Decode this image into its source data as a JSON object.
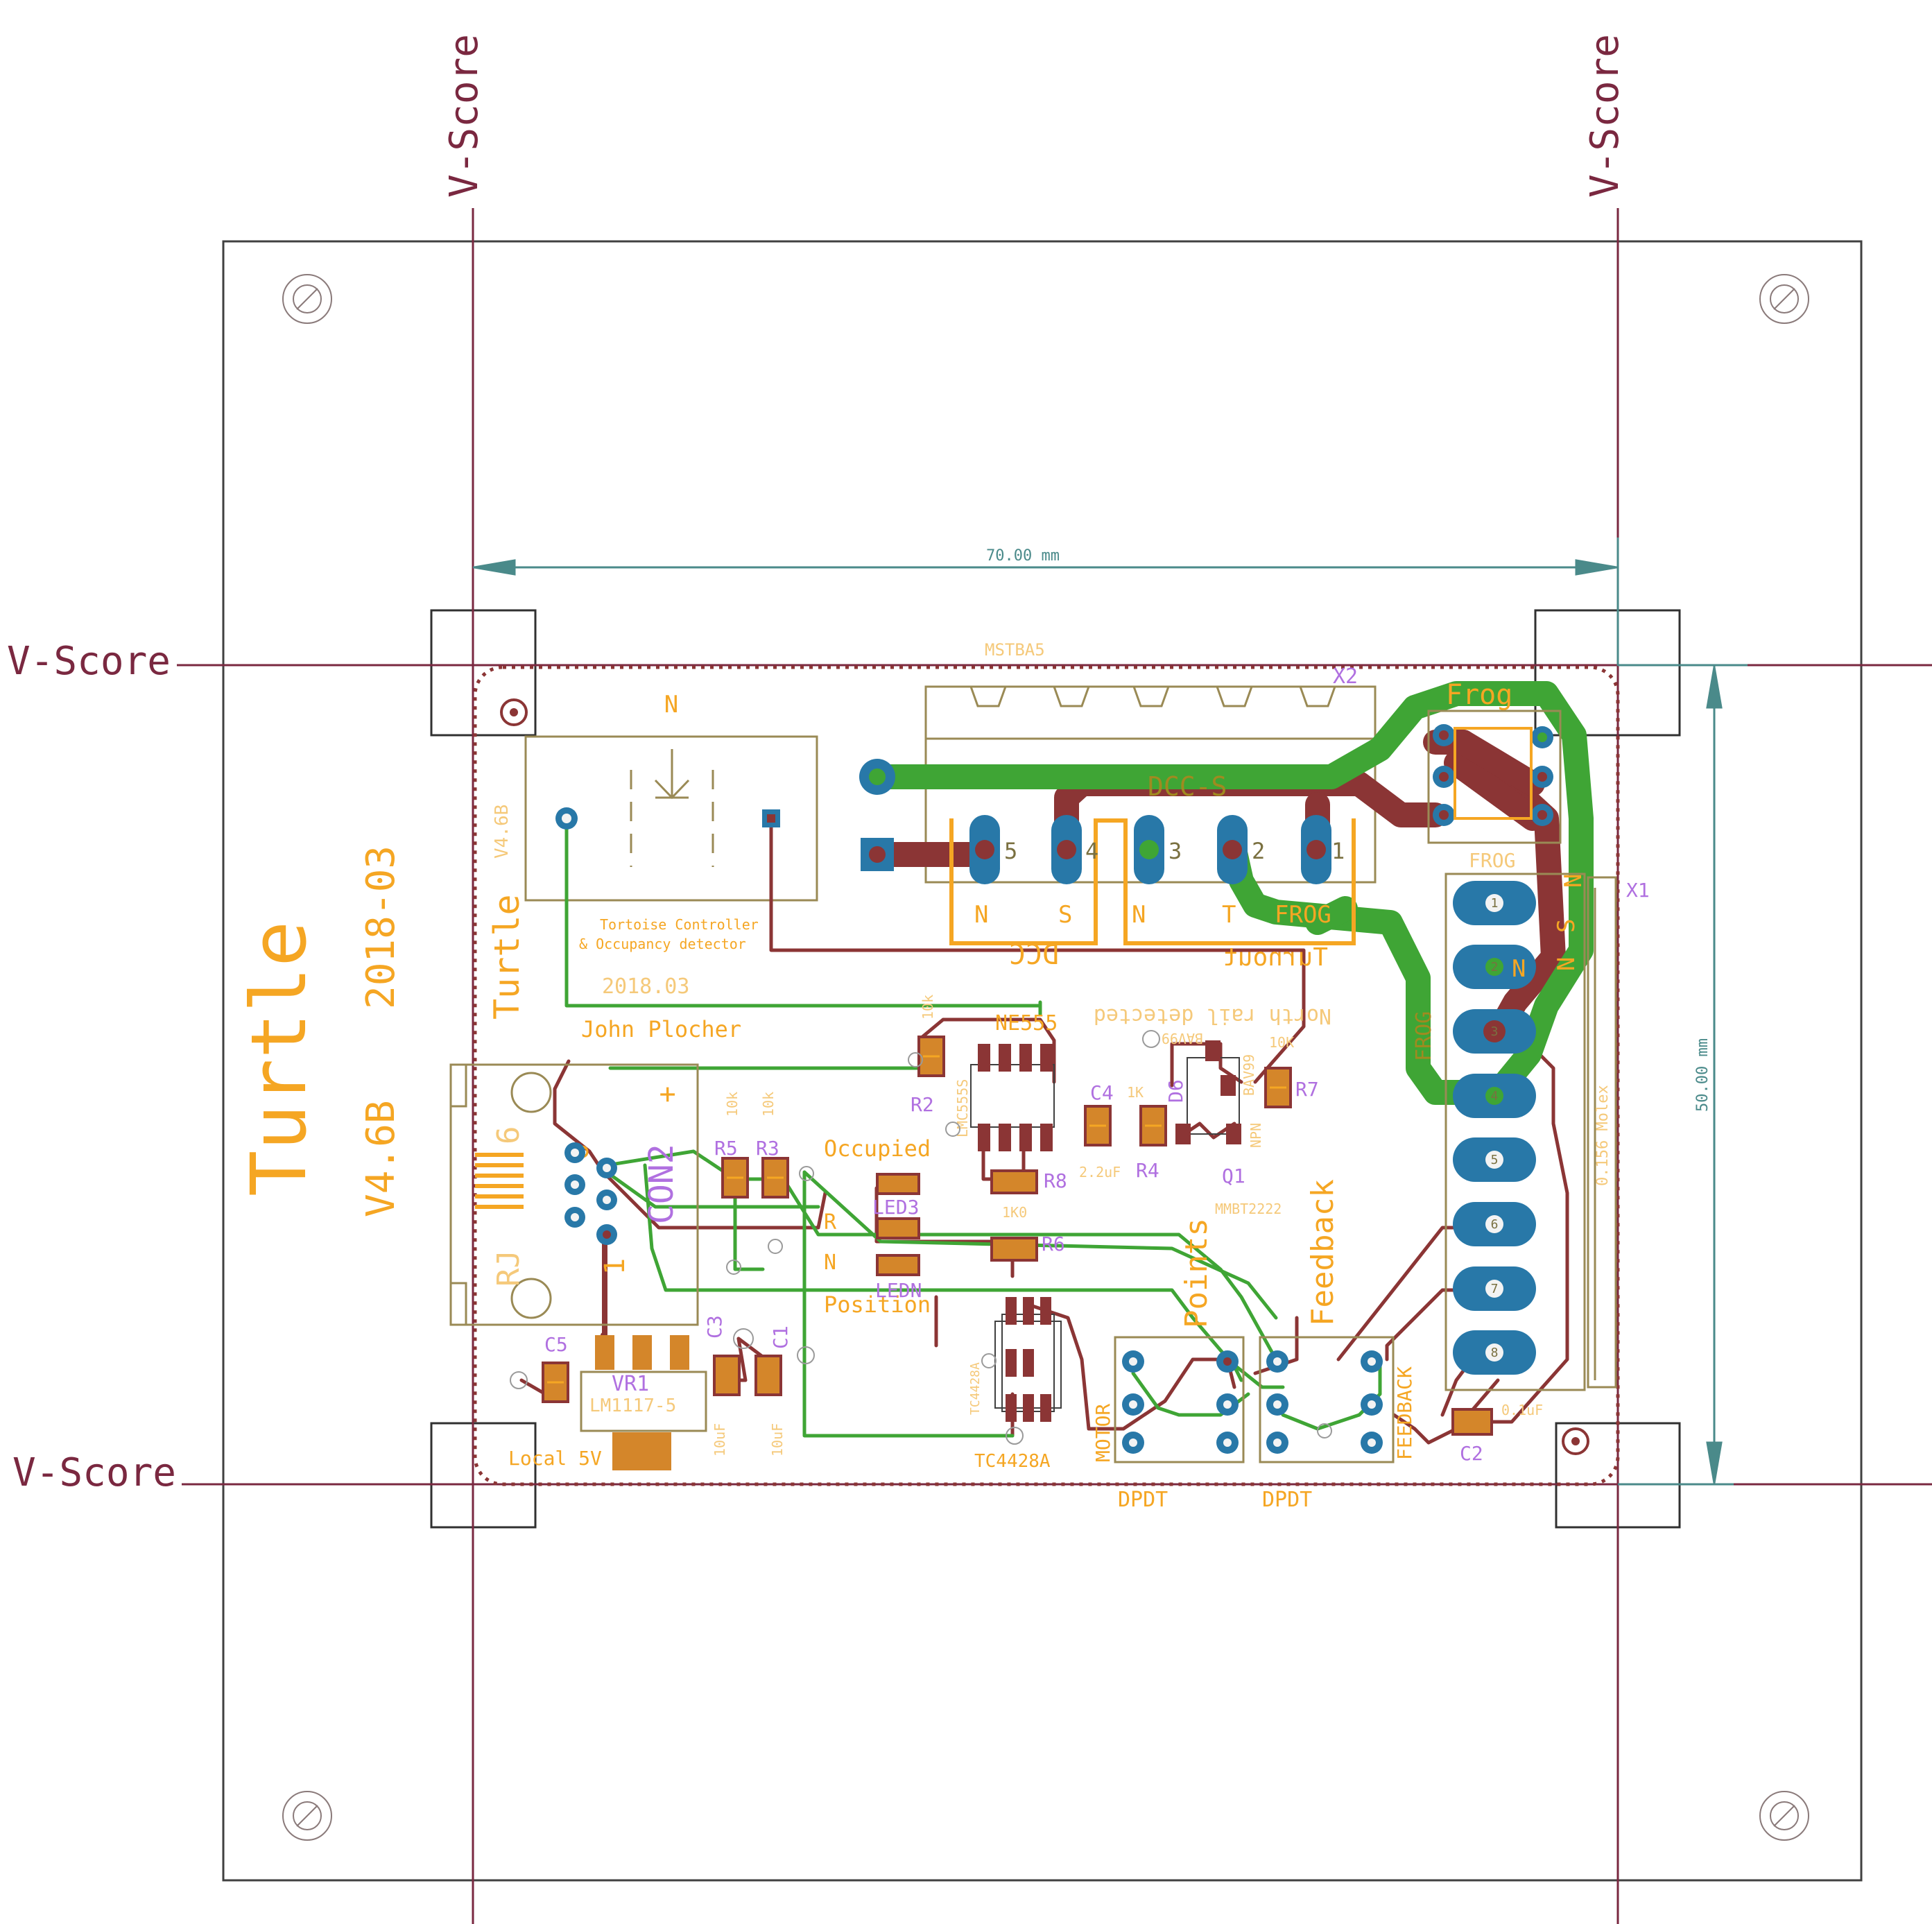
{
  "colors": {
    "background": "#ffffff",
    "outline": "#404040",
    "vscore": "#7a2840",
    "silk": "#f5a623",
    "silk_faint": "#f5c97a",
    "doc": "#9a8a55",
    "dimension": "#4a8a8a",
    "trace_top": "#8b3535",
    "trace_bottom": "#3fa535",
    "pad": "#2878a8",
    "smd": "#d4862a",
    "name": "#b070e0"
  },
  "vscore": {
    "top_left": "V-Score",
    "top_right": "V-Score",
    "left_upper": "V-Score",
    "left_lower": "V-Score"
  },
  "dimensions": {
    "width": "70.00 mm",
    "height": "50.00 mm"
  },
  "silkscreen": {
    "title": "Turtle",
    "date": "2018-03",
    "version": "V4.6B",
    "vertical_name": "Turtle",
    "vertical_version": "V4.6B",
    "tagline_1": "Tortoise Controller",
    "tagline_2": "& Occupancy detector",
    "date2": "2018.03",
    "author": "John Plocher",
    "north_label": "N",
    "dcc": "DCC",
    "turnout": "Turnout",
    "north_rail": "North rail detected",
    "occupied": "Occupied",
    "position": "Position",
    "r_label": "R",
    "n_label": "N",
    "points": "Points",
    "feedback": "Feedback",
    "local5v": "Local 5V",
    "dcc_s": "DCC-S",
    "frog": "FROG",
    "frog_big": "Frog",
    "frog_diag": "FROG",
    "frog_top": "FROG",
    "feedback_small": "FEEDBACK",
    "motor": "MOTOR",
    "dpdt1": "DPDT",
    "dpdt2": "DPDT",
    "term_labels": [
      "N",
      "S",
      "N",
      "T",
      "FROG"
    ],
    "x1_labels": [
      "N",
      "N",
      "S",
      "N"
    ]
  },
  "components": {
    "x2": "X2",
    "x1": "X1",
    "mstba5": "MSTBA5",
    "con2": "CON2",
    "con2_plus": "+",
    "rj": "RJ",
    "vr1": "VR1",
    "vr1_part": "LM1117-5",
    "ne555": "NE555",
    "ne555_pkg": "LMC555S",
    "tc4428": "TC4428A",
    "tc4428_side": "TC4428A",
    "c1": "C1",
    "c2": "C2",
    "c3": "C3",
    "c4": "C4",
    "c5": "C5",
    "r2": "R2",
    "r3": "R3",
    "r4": "R4",
    "r5": "R5",
    "r6": "R6",
    "r7": "R7",
    "r8": "R8",
    "d6": "D6",
    "q1": "Q1",
    "q1_part": "MMBT2222",
    "q1_type": "NPN",
    "bav99_a": "BAV99",
    "bav99_b": "BAV99",
    "led3": "LED3",
    "ledn": "LEDN",
    "molex": "0.156 Molex",
    "val_10k_a": "10k",
    "val_10k_b": "10k",
    "val_10k_c": "10k",
    "val_10k_d": "10K",
    "val_1k0": "1K0",
    "val_22uf": "2.2uF",
    "val_1k": "1K",
    "val_10uf_a": "10uF",
    "val_10uf_b": "10uF",
    "val_01uf": "0.1uF",
    "pins": {
      "p5": "5",
      "p4": "4",
      "p3": "3",
      "p2": "2",
      "p1": "1",
      "rj6a": "6",
      "rj6b": "6",
      "rj1": "1"
    },
    "x1_pins": [
      "1",
      "2",
      "3",
      "4",
      "5",
      "6",
      "7",
      "8"
    ]
  }
}
